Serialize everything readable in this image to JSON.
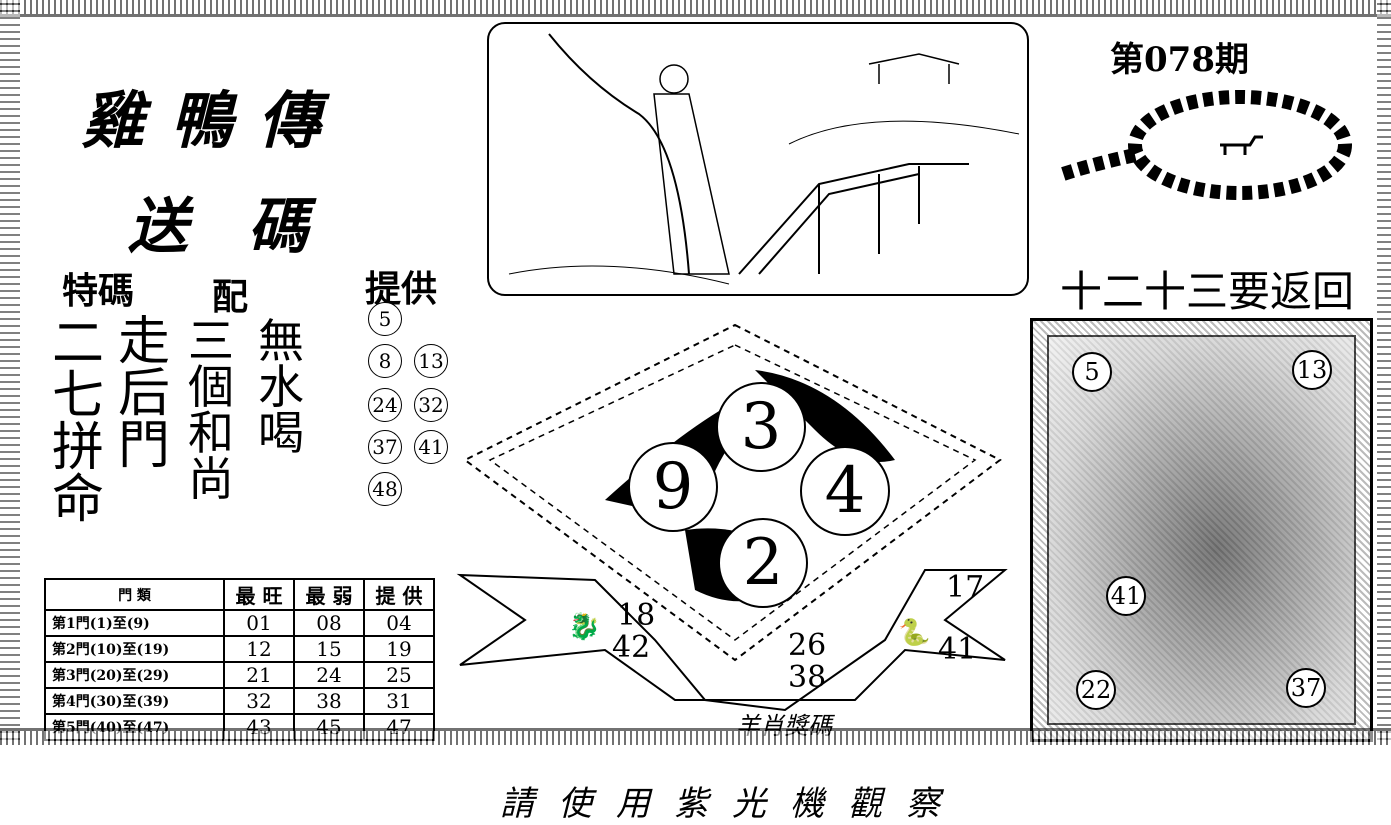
{
  "title_line1": "雞鴨傳",
  "title_line2": "送碼",
  "labels": {
    "tema": "特碼",
    "pei": "配",
    "provide": "提供"
  },
  "poem_cols": [
    [
      "二",
      "七",
      "拼",
      "命"
    ],
    [
      "走",
      "后",
      "門"
    ],
    [
      "三",
      "個",
      "和",
      "尚"
    ],
    [
      "無",
      "水",
      "喝"
    ]
  ],
  "provided_numbers": [
    "5",
    "8",
    "13",
    "24",
    "32",
    "37",
    "41",
    "48"
  ],
  "period": "第078期",
  "rule_text": "十二十三要返回",
  "table": {
    "headers": [
      "門 類",
      "最 旺",
      "最 弱",
      "提 供"
    ],
    "rows": [
      [
        "第1門(1)至(9)",
        "01",
        "08",
        "04"
      ],
      [
        "第2門(10)至(19)",
        "12",
        "15",
        "19"
      ],
      [
        "第3門(20)至(29)",
        "21",
        "24",
        "25"
      ],
      [
        "第4門(30)至(39)",
        "32",
        "38",
        "31"
      ],
      [
        "第5門(40)至(47)",
        "43",
        "45",
        "47"
      ]
    ]
  },
  "center": {
    "big_numbers": [
      "3",
      "9",
      "4",
      "2"
    ],
    "left_nums": [
      "18",
      "42"
    ],
    "mid_nums": [
      "26",
      "38"
    ],
    "right_nums": [
      "17",
      "41"
    ],
    "banner": "羊肖獎碼"
  },
  "tiger_numbers": [
    "5",
    "13",
    "41",
    "22",
    "37"
  ],
  "footer": "請使用紫光機觀察"
}
